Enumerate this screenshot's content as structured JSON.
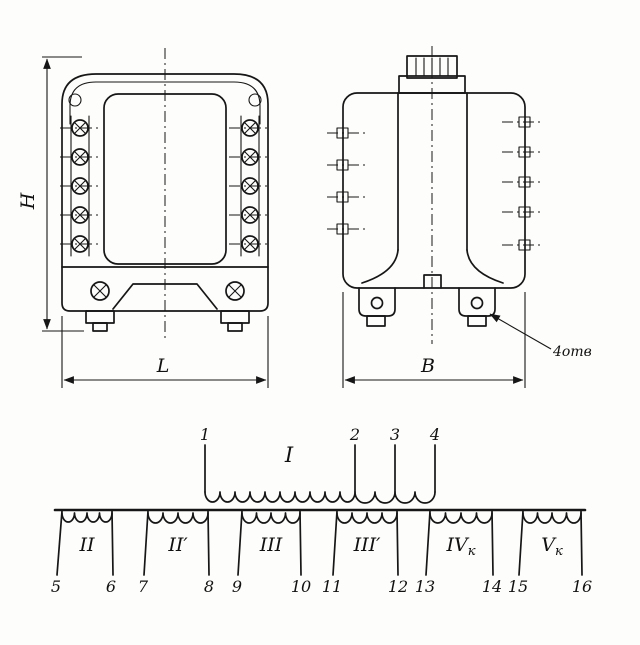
{
  "front_view": {
    "height_label": "H",
    "width_label": "L"
  },
  "side_view": {
    "width_label": "B",
    "holes_label": "4отв"
  },
  "schematic": {
    "primary": {
      "label": "I",
      "terminals": [
        "1",
        "2",
        "3",
        "4"
      ]
    },
    "windings": [
      {
        "label": "II",
        "sub": "",
        "terminal_left": "5",
        "terminal_right": "6"
      },
      {
        "label": "II′",
        "sub": "",
        "terminal_left": "7",
        "terminal_right": "8"
      },
      {
        "label": "III",
        "sub": "",
        "terminal_left": "9",
        "terminal_right": "10"
      },
      {
        "label": "III′",
        "sub": "",
        "terminal_left": "11",
        "terminal_right": "12"
      },
      {
        "label": "IV",
        "sub": "к",
        "terminal_left": "13",
        "terminal_right": "14"
      },
      {
        "label": "V",
        "sub": "к",
        "terminal_left": "15",
        "terminal_right": "16"
      }
    ]
  }
}
